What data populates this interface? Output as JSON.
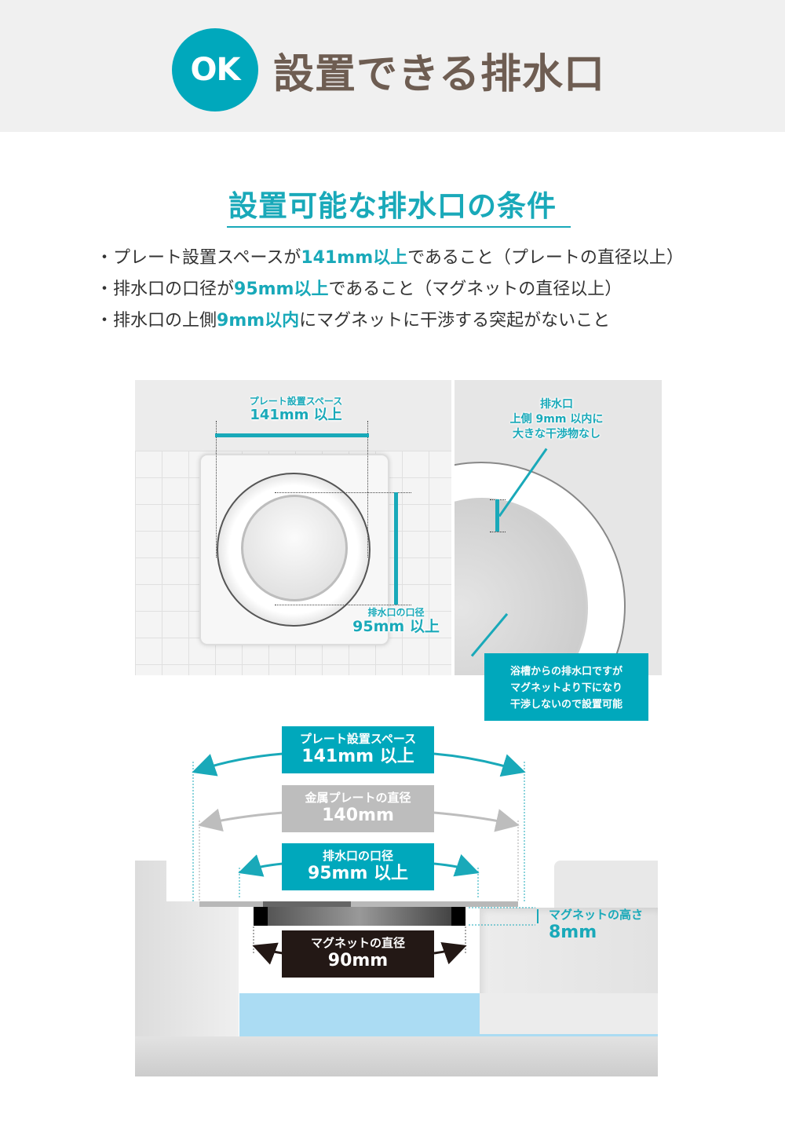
{
  "header": {
    "badge": "OK",
    "title": "設置できる排水口"
  },
  "conditions": {
    "title": "設置可能な排水口の条件",
    "items": [
      {
        "prefix": "・プレート設置スペースが",
        "highlight": "141mm以上",
        "suffix": "であること（プレートの直径以上）"
      },
      {
        "prefix": "・排水口の口径が",
        "highlight": "95mm以上",
        "suffix": "であること（マグネットの直径以上）"
      },
      {
        "prefix": "・排水口の上側",
        "highlight": "9mm以内",
        "suffix": "にマグネットに干渉する突起がないこと"
      }
    ]
  },
  "photo_left": {
    "plate_space_label": "プレート設置スペース",
    "plate_space_value": "141mm 以上",
    "drain_diameter_label": "排水口の口径",
    "drain_diameter_value": "95mm 以上"
  },
  "photo_right": {
    "top_label_lines": [
      "排水口",
      "上側 9mm 以内に",
      "大きな干渉物なし"
    ],
    "callout_lines": [
      "浴槽からの排水口ですが",
      "マグネットより下になり",
      "干渉しないので設置可能"
    ]
  },
  "diagram": {
    "plate_space": {
      "label": "プレート設置スペース",
      "value": "141mm 以上"
    },
    "metal_plate": {
      "label": "金属プレートの直径",
      "value": "140mm"
    },
    "drain_diameter": {
      "label": "排水口の口径",
      "value": "95mm 以上"
    },
    "magnet_diameter": {
      "label": "マグネットの直径",
      "value": "90mm"
    },
    "magnet_height": {
      "label": "マグネットの高さ",
      "value": "8mm"
    }
  },
  "colors": {
    "accent": "#00a8bc",
    "title_brown": "#6e5d52",
    "header_bg": "#f0f0f0",
    "metal_gray": "#bdbdbd",
    "magnet_black": "#231815",
    "water": "#abdcf3"
  }
}
